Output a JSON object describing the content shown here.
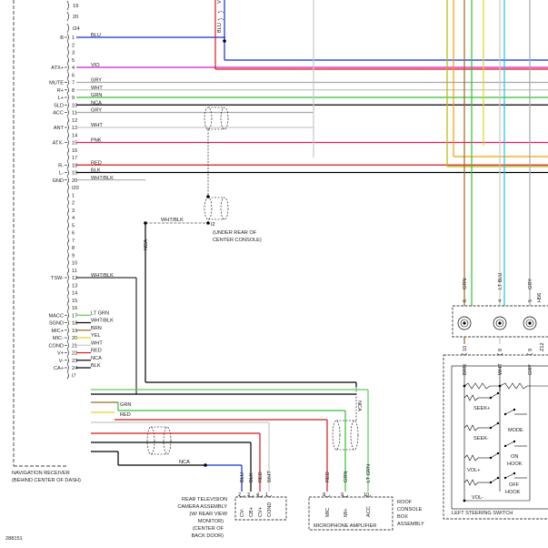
{
  "colors": {
    "blue": "#1030c8",
    "violet": "#d020c0",
    "gray": "#a8a8a8",
    "white": "#c8c8c8",
    "green": "#30c030",
    "black": "#000000",
    "pink": "#e0205a",
    "red": "#d81818",
    "yellow": "#e8d020",
    "brown": "#9a6a20",
    "ltblue": "#20c0e8",
    "ltgreen": "#58d058",
    "orange": "#f0a000",
    "olive": "#b8b800"
  },
  "top_pins": [
    "19",
    "20",
    "I24"
  ],
  "receiver_rows": [
    {
      "pin": "1",
      "label": "B",
      "wire": "BLU",
      "color": "blue"
    },
    {
      "pin": "2"
    },
    {
      "pin": "3"
    },
    {
      "pin": "5"
    },
    {
      "pin": "4",
      "label": "ATX+",
      "wire": "VIO",
      "color": "violet"
    },
    {
      "pin": "6"
    },
    {
      "pin": "7",
      "label": "MUTE",
      "wire": "GRY",
      "color": "gray"
    },
    {
      "pin": "8",
      "label": "R+",
      "wire": "WHT",
      "color": "white"
    },
    {
      "pin": "9",
      "label": "L+",
      "wire": "GRN",
      "color": "green"
    },
    {
      "pin": "10",
      "label": "SLD",
      "wire": "NCA",
      "color": "black"
    },
    {
      "pin": "11",
      "label": "ACC",
      "wire": "GRY",
      "color": "gray"
    },
    {
      "pin": "12"
    },
    {
      "pin": "13",
      "label": "ANT",
      "wire": "WHT",
      "color": "white"
    },
    {
      "pin": "14"
    },
    {
      "pin": "15",
      "label": "ATX-",
      "wire": "PNK",
      "color": "pink"
    },
    {
      "pin": "16"
    },
    {
      "pin": "17"
    },
    {
      "pin": "18",
      "label": "R-",
      "wire": "RED",
      "color": "red"
    },
    {
      "pin": "19",
      "label": "L-",
      "wire": "BLK",
      "color": "black"
    },
    {
      "pin": "20",
      "label": "GND",
      "wire": "WHT/BLK",
      "color": "black"
    },
    {
      "pin": "I20"
    },
    {
      "pin": "1"
    },
    {
      "pin": "2"
    },
    {
      "pin": "3"
    },
    {
      "pin": "4"
    },
    {
      "pin": "5"
    },
    {
      "pin": "6"
    },
    {
      "pin": "7"
    },
    {
      "pin": "8"
    },
    {
      "pin": "9"
    },
    {
      "pin": "10"
    },
    {
      "pin": "11"
    },
    {
      "pin": "12",
      "label": "TSW-",
      "wire": "WHT/BLK",
      "color": "black"
    },
    {
      "pin": "13"
    },
    {
      "pin": "14"
    },
    {
      "pin": "15"
    },
    {
      "pin": "16"
    },
    {
      "pin": "17",
      "label": "MACC",
      "wire": "LT GRN",
      "color": "ltgreen"
    },
    {
      "pin": "18",
      "label": "SGND",
      "wire": "WHT/BLK",
      "color": "black"
    },
    {
      "pin": "19",
      "label": "MIC+",
      "wire": "BRN",
      "color": "brown"
    },
    {
      "pin": "20",
      "label": "MIC-",
      "wire": "YEL",
      "color": "yellow"
    },
    {
      "pin": "21",
      "label": "COND",
      "wire": "WHT",
      "color": "white"
    },
    {
      "pin": "22",
      "label": "V+",
      "wire": "RED",
      "color": "red"
    },
    {
      "pin": "23",
      "label": "V-",
      "wire": "NCA",
      "color": "black"
    },
    {
      "pin": "24",
      "label": "CA+",
      "wire": "BLK",
      "color": "black"
    },
    {
      "pin": "I7"
    }
  ],
  "labels": {
    "nav_receiver_1": "NAVIGATION RECEIVER",
    "nav_receiver_2": "(BEHIND CENTER OF DASH)",
    "ground_id": "I2",
    "ground_loc_1": "(UNDER REAR OF",
    "ground_loc_2": "CENTER CONSOLE)",
    "gnd_wire": "WHT/BLK",
    "nca_vertical": "NCA",
    "nca_lower": "NCA",
    "top_blu": "BLU",
    "top_v": "V",
    "grn_mic": "GRN",
    "red_mic": "RED",
    "cam_1": "REAR TELEVISION",
    "cam_2": "CAMERA ASSEMBLY",
    "cam_3": "(W/ REAR VIEW",
    "cam_4": "MONITOR)",
    "cam_5": "(CENTER OF",
    "cam_6": "BACK DOOR)",
    "mic_amp": "MICROPHONE AMPLIFIER",
    "roof_1": "ROOF",
    "roof_2": "CONSOLE",
    "roof_3": "BOX",
    "roof_4": "ASSEMBLY",
    "steering": "LEFT STEERING SWITCH",
    "diagram_id": "288151",
    "seek_plus": "SEEK+",
    "seek_minus": "SEEK-",
    "mode": "MODE",
    "on_hook_1": "ON",
    "on_hook_2": "HOOK",
    "off_hook_1": "OFF",
    "off_hook_2": "HOOK",
    "vol_plus": "VOL+",
    "vol_minus": "VOL-",
    "h56": "H56",
    "z12": "Z12"
  },
  "camera_pins": [
    {
      "wire": "BLU",
      "num": "2",
      "name": "CV-"
    },
    {
      "wire": "BLK",
      "num": "3",
      "name": "CB+"
    },
    {
      "wire": "RED",
      "num": "4",
      "name": "CV+"
    },
    {
      "wire": "WHT",
      "num": "1",
      "name": "COND"
    }
  ],
  "mic_pins": [
    {
      "wire": "RED",
      "num": "8",
      "name": "MIC"
    },
    {
      "wire": "GRN",
      "num": "9",
      "name": "MI+"
    },
    {
      "wire": "LT GRN",
      "num": "10",
      "name": "ACC"
    }
  ],
  "right_top_pins": [
    {
      "wire": "GRN",
      "num": "6"
    },
    {
      "wire": "LT BLU",
      "num": "4"
    },
    {
      "wire": "GRY",
      "num": "5"
    }
  ],
  "steering_pins": [
    {
      "wire": "BRN",
      "num": "10"
    },
    {
      "wire": "WHT",
      "num": "8"
    },
    {
      "wire": "GRY",
      "num": "9"
    }
  ]
}
